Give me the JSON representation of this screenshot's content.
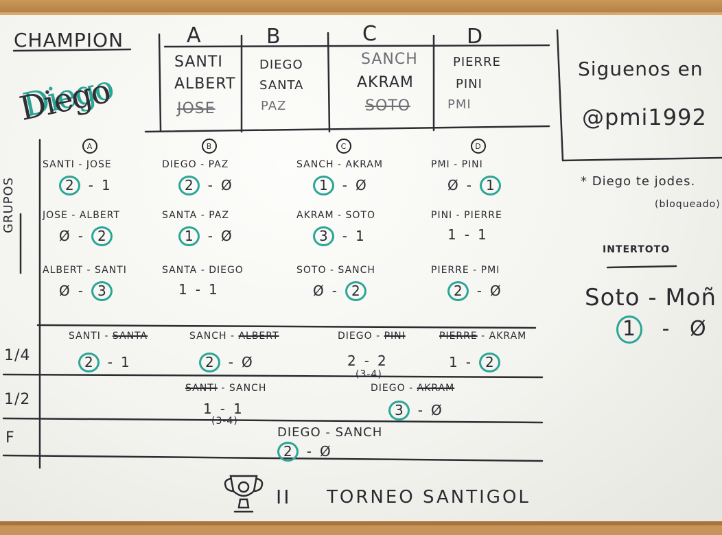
{
  "champion": {
    "label": "CHAMPION",
    "name": "Diego"
  },
  "table": {
    "headers": [
      "A",
      "B",
      "C",
      "D"
    ],
    "rows": [
      [
        "SANTI",
        "DIEGO",
        "SANCH",
        "PIERRE"
      ],
      [
        "ALBERT",
        "SANTA",
        "AKRAM",
        "PINI"
      ],
      [
        "JOSE",
        "PAZ",
        "SOTO",
        "PMI"
      ]
    ]
  },
  "follow": {
    "line1": "Siguenos en",
    "handle": "@pmi1992"
  },
  "note": {
    "line1": "* Diego te jodes.",
    "line2": "(bloqueado)"
  },
  "intertoto": {
    "title": "INTERTOTO",
    "match": "Soto - Moñ",
    "score_a": "1",
    "score_b": "Ø"
  },
  "groups": {
    "side_label": "GRUPOS",
    "cols": [
      {
        "mark": "A",
        "matches": [
          {
            "teams": "SANTI - JOSE",
            "a": "2",
            "b": "1",
            "win": "a"
          },
          {
            "teams": "JOSE - ALBERT",
            "a": "Ø",
            "b": "2",
            "win": "b"
          },
          {
            "teams": "ALBERT - SANTI",
            "a": "Ø",
            "b": "3",
            "win": "b"
          }
        ]
      },
      {
        "mark": "B",
        "matches": [
          {
            "teams": "DIEGO - PAZ",
            "a": "2",
            "b": "Ø",
            "win": "a"
          },
          {
            "teams": "SANTA - PAZ",
            "a": "1",
            "b": "Ø",
            "win": "a"
          },
          {
            "teams": "SANTA - DIEGO",
            "a": "1",
            "b": "1",
            "win": ""
          }
        ]
      },
      {
        "mark": "C",
        "matches": [
          {
            "teams": "SANCH - AKRAM",
            "a": "1",
            "b": "Ø",
            "win": "a"
          },
          {
            "teams": "AKRAM - SOTO",
            "a": "3",
            "b": "1",
            "win": "a"
          },
          {
            "teams": "SOTO - SANCH",
            "a": "Ø",
            "b": "2",
            "win": "b"
          }
        ]
      },
      {
        "mark": "D",
        "matches": [
          {
            "teams": "PMI - PINI",
            "a": "Ø",
            "b": "1",
            "win": "b"
          },
          {
            "teams": "PINI - PIERRE",
            "a": "1",
            "b": "1",
            "win": ""
          },
          {
            "teams": "PIERRE - PMI",
            "a": "2",
            "b": "Ø",
            "win": "a"
          }
        ]
      }
    ]
  },
  "quarters": {
    "label": "1/4",
    "matches": [
      {
        "t1": "SANTI",
        "t2": "SANTA",
        "a": "2",
        "b": "1",
        "win": "a",
        "loser": "t2"
      },
      {
        "t1": "SANCH",
        "t2": "ALBERT",
        "a": "2",
        "b": "Ø",
        "win": "a",
        "loser": "t2"
      },
      {
        "t1": "DIEGO",
        "t2": "PINI",
        "a": "2",
        "b": "2",
        "pens": "(3-4)",
        "win": "a",
        "loser": "t2"
      },
      {
        "t1": "PIERRE",
        "t2": "AKRAM",
        "a": "1",
        "b": "2",
        "win": "b",
        "loser": "t1"
      }
    ]
  },
  "semis": {
    "label": "1/2",
    "matches": [
      {
        "t1": "SANTI",
        "t2": "SANCH",
        "a": "1",
        "b": "1",
        "pens": "(3-4)",
        "loser": "t1"
      },
      {
        "t1": "DIEGO",
        "t2": "AKRAM",
        "a": "3",
        "b": "Ø",
        "win": "a",
        "loser": "t2"
      }
    ]
  },
  "final": {
    "label": "F",
    "t1": "DIEGO",
    "t2": "SANCH",
    "a": "2",
    "b": "Ø",
    "win": "a"
  },
  "footer": {
    "edition": "II",
    "title": "TORNEO SANTIGOL"
  },
  "colors": {
    "ink": "#2a2a30",
    "highlight": "#2aa596",
    "frame": "#b58145"
  }
}
